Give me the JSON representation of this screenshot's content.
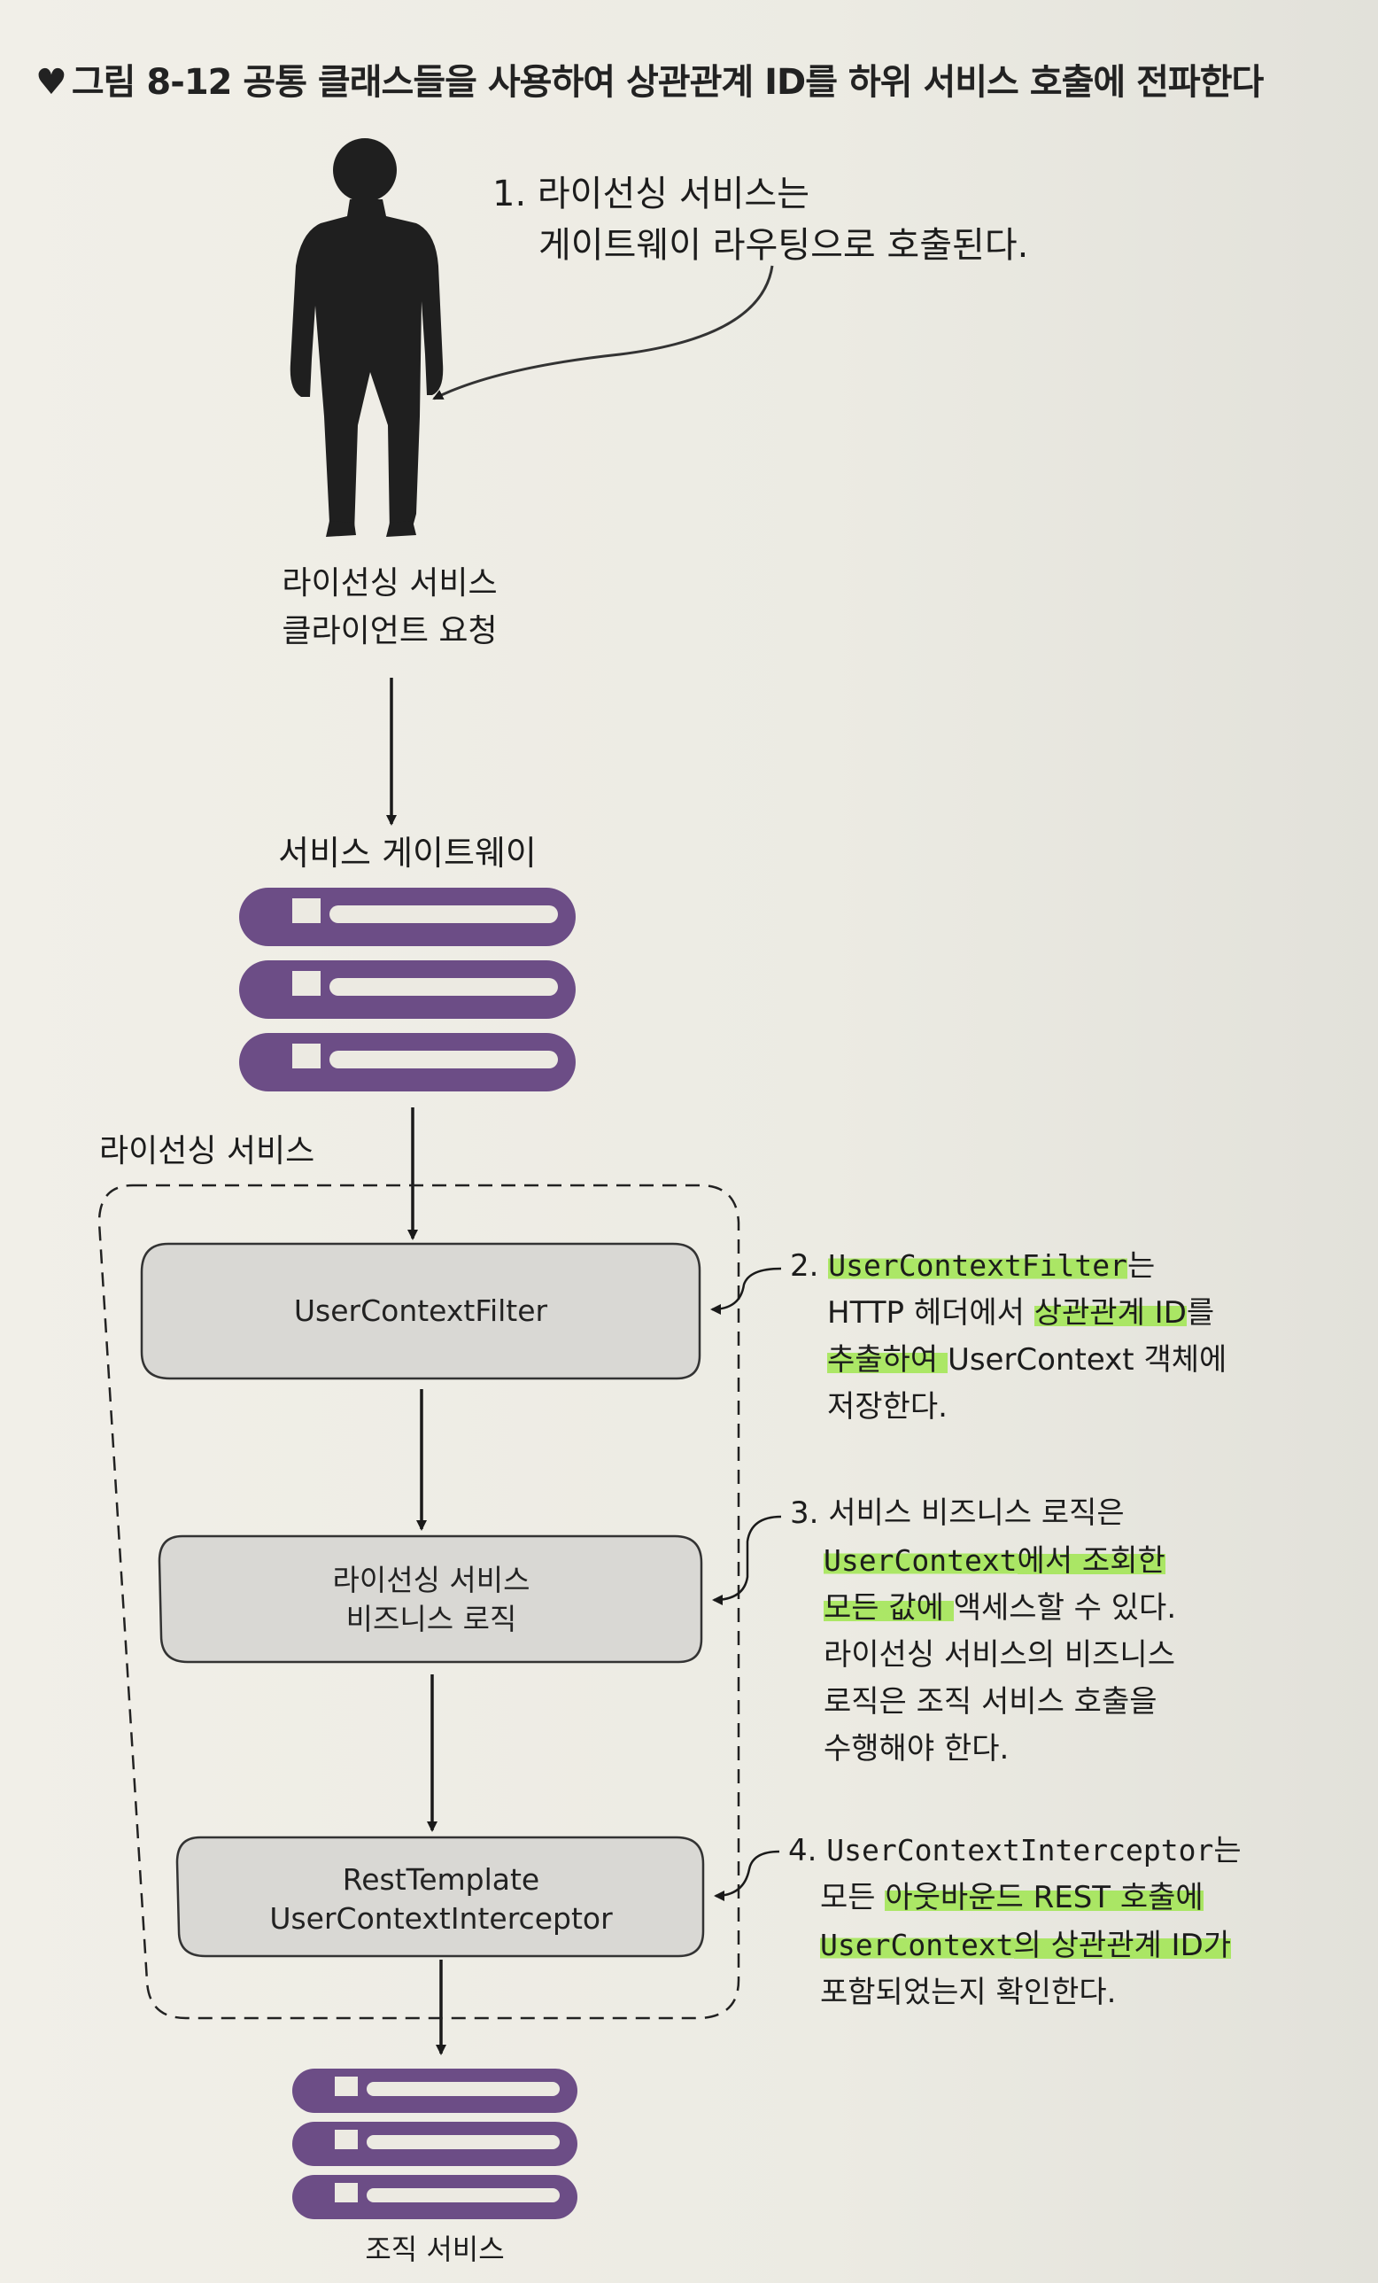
{
  "caption": {
    "symbol": "♥",
    "text": "그림 8-12 공통 클래스들을 사용하여 상관관계 ID를 하위 서비스 호출에 전파한다"
  },
  "step1": {
    "line1": "1. 라이선싱 서비스는",
    "line2": "게이트웨이 라우팅으로 호출된다."
  },
  "client": {
    "line1": "라이선싱 서비스",
    "line2": "클라이언트 요청"
  },
  "gateway_label": "서비스 게이트웨이",
  "group_label": "라이선싱 서비스",
  "box_filter": "UserContextFilter",
  "box_logic": {
    "line1": "라이선싱 서비스",
    "line2": "비즈니스 로직"
  },
  "box_rest": {
    "line1": "RestTemplate",
    "line2": "UserContextInterceptor"
  },
  "step2": {
    "num": "2.",
    "code": "UserContextFilter",
    "suffix": "는",
    "l2a": "HTTP 헤더에서 ",
    "l2b": "상관관계 ID",
    "l2c": "를",
    "l3a": "추출하여 ",
    "l3b": "UserContext",
    "l3c": " 객체에",
    "l4": "저장한다."
  },
  "step3": {
    "num": "3.",
    "l1": "서비스 비즈니스 로직은",
    "l2a": "UserContext",
    "l2b": "에서 조회한",
    "l3a": "모든 값에 ",
    "l3b": "액세스할 수 있다.",
    "l4": "라이선싱 서비스의 비즈니스",
    "l5": "로직은 조직 서비스 호출을",
    "l6": "수행해야 한다."
  },
  "step4": {
    "num": "4.",
    "code": "UserContextInterceptor",
    "suffix": "는",
    "l2a": "모든 ",
    "l2b": "아웃바운드 REST 호출에",
    "l3a": "UserContext",
    "l3b": "의 상관관계 ID가",
    "l4": "포함되었는지 확인한다."
  },
  "org_label": "조직 서비스",
  "colors": {
    "server": "#6c4d86",
    "box_fill": "#d9d8d4",
    "highlight": "#96e63c",
    "figure": "#222222"
  }
}
